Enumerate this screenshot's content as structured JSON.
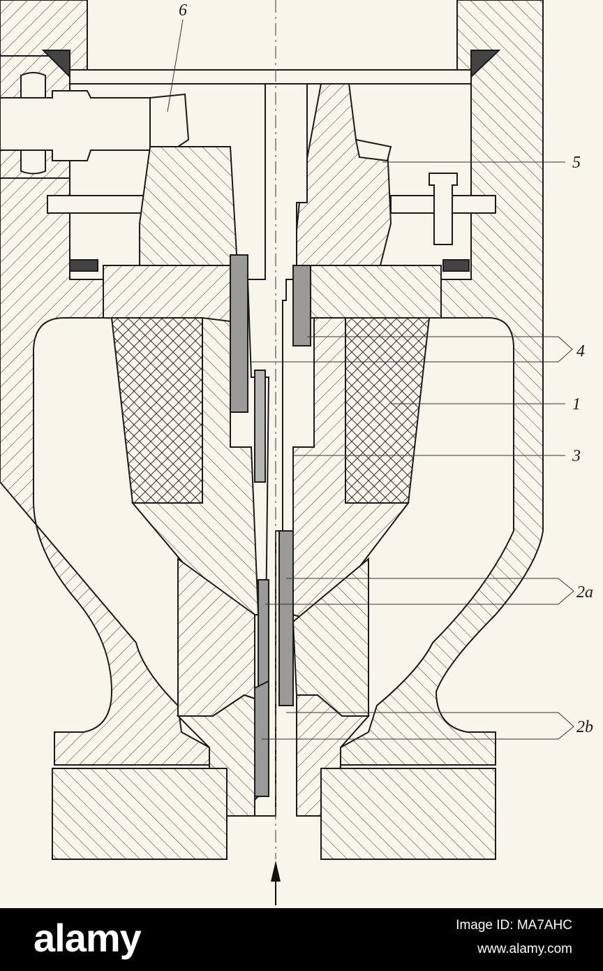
{
  "labels": {
    "l6": "6",
    "l5": "5",
    "l4": "4",
    "l1": "1",
    "l3": "3",
    "l2a": "2a",
    "l2b": "2b"
  },
  "footer": {
    "logo": "alamy",
    "image_id": "Image ID: MA7AHC",
    "site": "www.alamy.com"
  }
}
